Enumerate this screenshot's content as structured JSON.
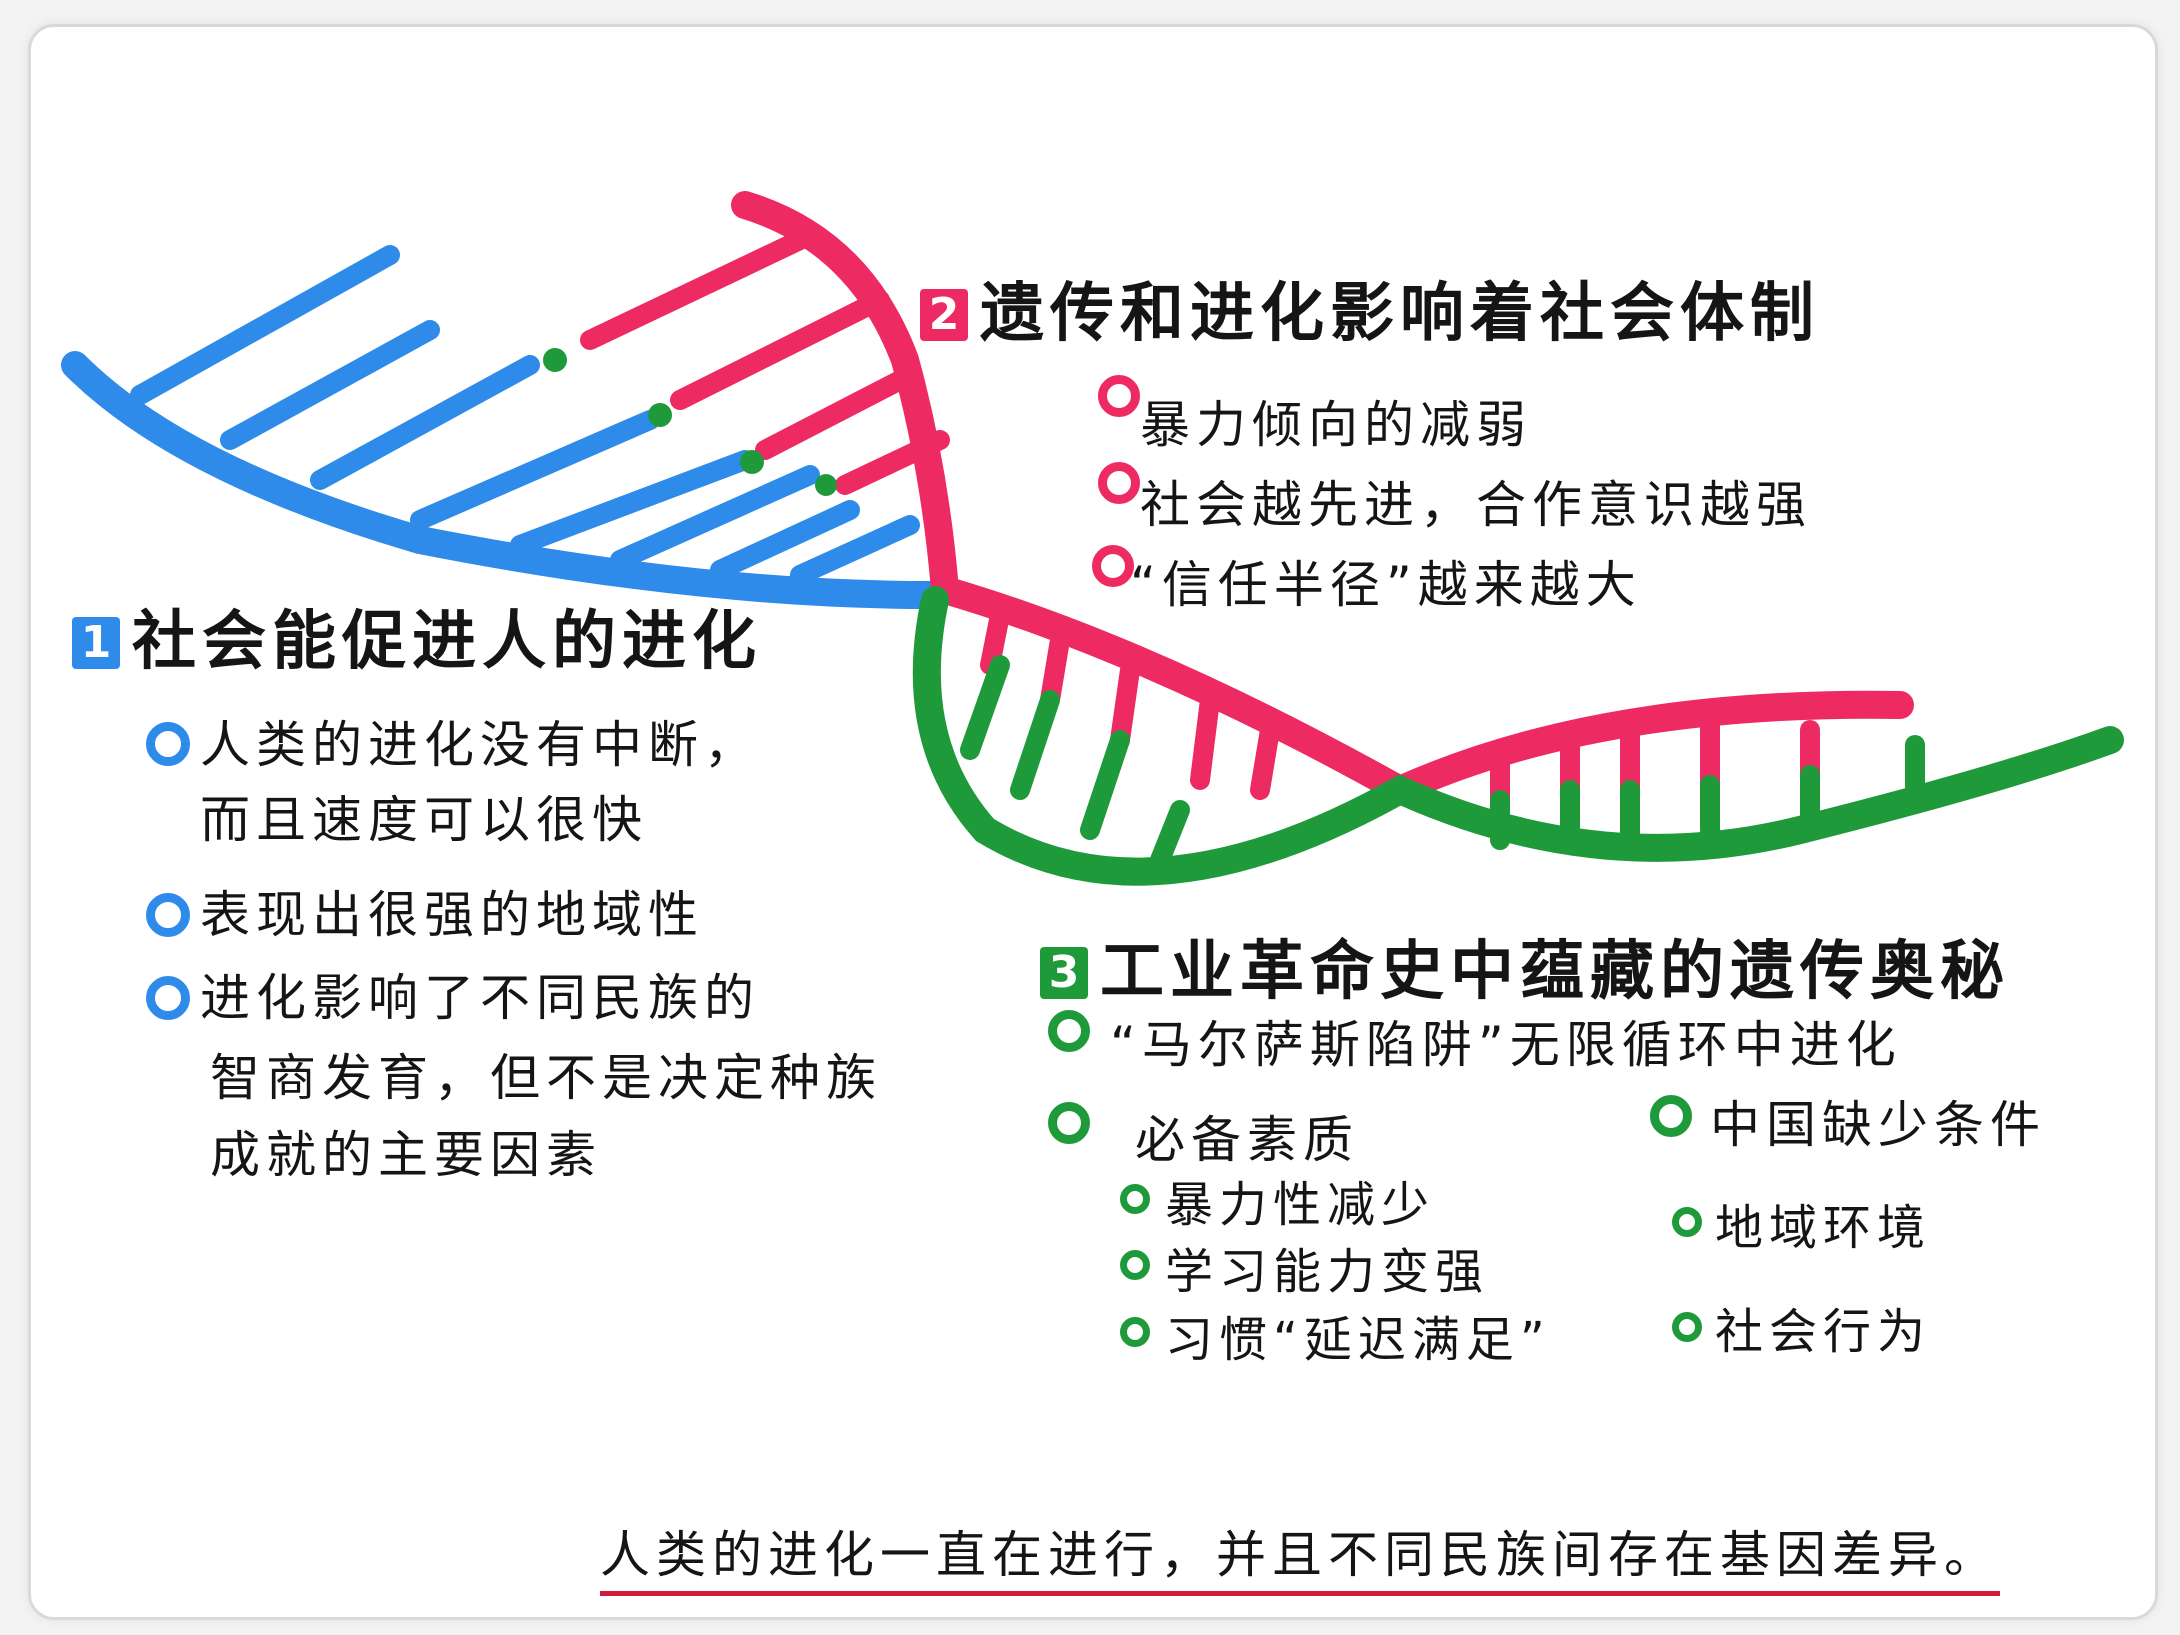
{
  "colors": {
    "blue": "#2e8bea",
    "red": "#ee2a63",
    "green": "#1f9a3a",
    "text": "#151515",
    "underline": "#d11a3c"
  },
  "section1": {
    "badge": "1",
    "title": "社会能促进人的进化",
    "items": [
      {
        "line1": "人类的进化没有中断，",
        "line2": "而且速度可以很快"
      },
      {
        "line1": "表现出很强的地域性"
      },
      {
        "line1": "进化影响了不同民族的",
        "line2": "智商发育，但不是决定种族",
        "line3": "成就的主要因素"
      }
    ]
  },
  "section2": {
    "badge": "2",
    "title": "遗传和进化影响着社会体制",
    "items": [
      "暴力倾向的减弱",
      "社会越先进，合作意识越强",
      "“信任半径”越来越大"
    ]
  },
  "section3": {
    "badge": "3",
    "title": "工业革命史中蕴藏的遗传奥秘",
    "item1": "“马尔萨斯陷阱”无限循环中进化",
    "left_header": "必备素质",
    "left_subs": [
      "暴力性减少",
      "学习能力变强",
      "习惯“延迟满足”"
    ],
    "right_header": "中国缺少条件",
    "right_subs": [
      "地域环境",
      "社会行为"
    ]
  },
  "footer": "人类的进化一直在进行，并且不同民族间存在基因差异。"
}
